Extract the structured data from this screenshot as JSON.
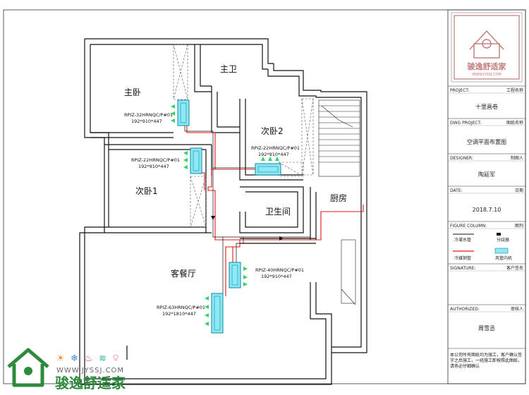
{
  "rooms": {
    "master_bedroom": "主卧",
    "master_bath": "主卫",
    "second_bedroom_2": "次卧2",
    "second_bedroom_1": "次卧1",
    "kitchen": "厨房",
    "bathroom": "卫生间",
    "living_dining": "客餐厅"
  },
  "units": [
    {
      "model": "RPIZ-32HRNQC/P#01",
      "dims": "192*910*447"
    },
    {
      "model": "RPIZ-22HRNQC/P#01",
      "dims": "192*910*447"
    },
    {
      "model": "RPIZ-22HRNQC/P#01",
      "dims": "192*910*447"
    },
    {
      "model": "RPIZ-40HRNQC/P#01",
      "dims": "192*910*447"
    },
    {
      "model": "RPIZ-63HRNQC/P#01",
      "dims": "192*1810*447"
    }
  ],
  "title_block": {
    "logo_brand": "骏逸舒适家",
    "logo_url": "WWW.JYSSJ.COM",
    "project_label": "PROJECT:",
    "project_label_cn": "工程名称",
    "project_name": "十里画卷",
    "dwg_label": "DWG PROJECT:",
    "dwg_label_cn": "图纸名称",
    "dwg_name": "空调平面布置图",
    "designer_label": "DESIGNER:",
    "designer_label_cn": "制图人",
    "designer_name": "陶延军",
    "date_label": "DATE:",
    "date_label_cn": "日期",
    "date_value": "2018.7.10",
    "figure_label": "FIGURE COLUMN:",
    "figure_label_cn": "图列",
    "legend": [
      {
        "label": "冷凝水管"
      },
      {
        "label": "分歧器"
      },
      {
        "label": "冷媒铜管"
      },
      {
        "label": "风管内机"
      }
    ],
    "signature_label": "SIGNATURE:",
    "signature_label_cn": "客户签名",
    "authorized_label": "AUTHORIZED:",
    "authorized_label_cn": "审核人",
    "authorized_name": "周雪丞",
    "note": "本公司所有图纸均为施工，客户确认签字之后施工，一经施工即按照此图纸，请务必仔细确认"
  },
  "brand": {
    "name": "骏逸舒适家",
    "url": "WWW.JYSSJ.COM",
    "color": "#2e8b3d"
  }
}
